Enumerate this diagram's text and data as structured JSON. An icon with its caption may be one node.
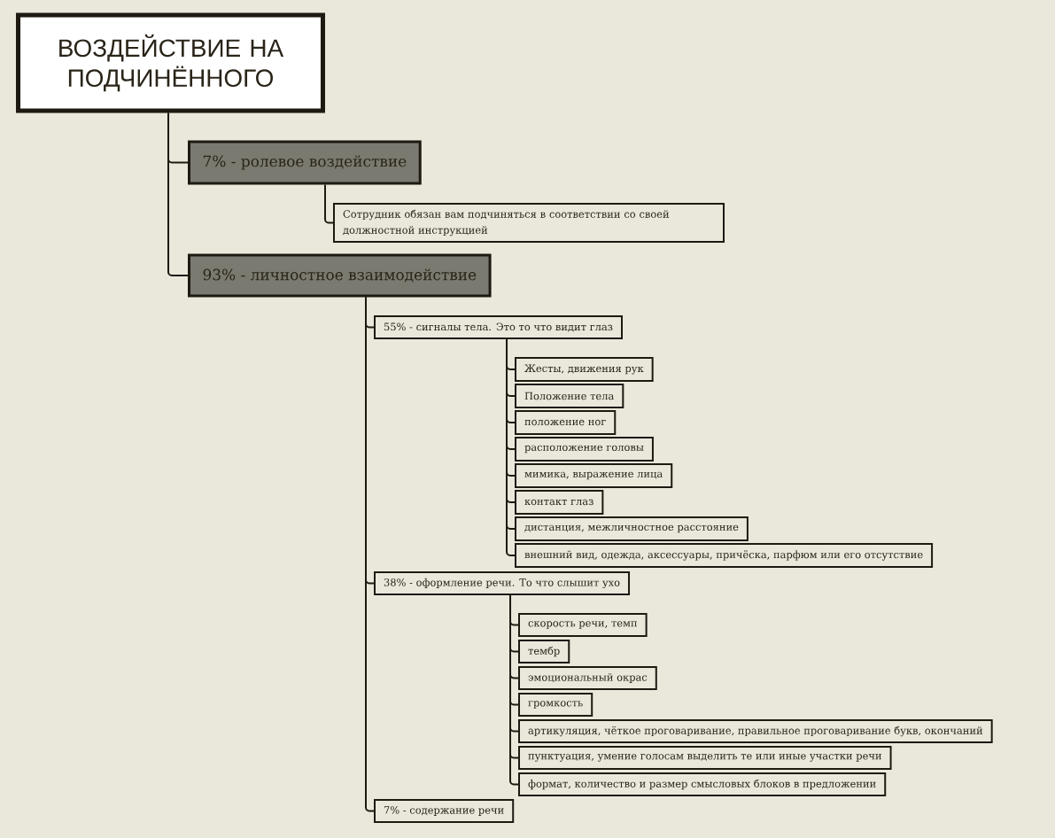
{
  "diagram": {
    "nodes": [
      {
        "text": [
          "ВОЗДЕЙСТВИЕ НА ПОДЧИНЁННОГО"
        ]
      },
      {
        "text": [
          "7%  - ролевое воздействие"
        ]
      },
      {
        "text": [
          "Сотрудник обязан вам подчиняться в соответствии со своей должностной инструкцией"
        ]
      },
      {
        "text": [
          "93% - личностное взаимодействие"
        ]
      },
      {
        "text": [
          "55% - сигналы тела. Это то что видит глаз"
        ]
      },
      {
        "text": [
          "Жесты, движения рук"
        ]
      },
      {
        "text": [
          "Положение тела"
        ]
      },
      {
        "text": [
          "положение ног"
        ]
      },
      {
        "text": [
          "расположение головы"
        ]
      },
      {
        "text": [
          "мимика, выражение лица"
        ]
      },
      {
        "text": [
          "контакт глаз"
        ]
      },
      {
        "text": [
          "дистанция, межличностное расстояние"
        ]
      },
      {
        "text": [
          "внешний вид, одежда, аксессуары, причёска, парфюм или его отсутствие"
        ]
      },
      {
        "text": [
          "38% - оформление речи. То что слышит ухо"
        ]
      },
      {
        "text": [
          "скорость речи, темп"
        ]
      },
      {
        "text": [
          "тембр"
        ]
      },
      {
        "text": [
          "эмоциональный окрас"
        ]
      },
      {
        "text": [
          "громкость"
        ]
      },
      {
        "text": [
          "артикуляция, чёткое проговаривание, правильное проговаривание букв, окончаний"
        ]
      },
      {
        "text": [
          "пунктуация, умение голосам выделить те или иные участки речи"
        ]
      },
      {
        "text": [
          "формат, количество и размер смысловых блоков в предложении"
        ]
      },
      {
        "text": [
          "7% - содержание речи"
        ]
      }
    ],
    "edges": [
      {
        "from": 0,
        "to": 1,
        "arrow": "none"
      },
      {
        "from": 0,
        "to": 3,
        "arrow": "none"
      },
      {
        "from": 1,
        "to": 2,
        "arrow": "none"
      },
      {
        "from": 3,
        "to": 4,
        "arrow": "none"
      },
      {
        "from": 3,
        "to": 13,
        "arrow": "none"
      },
      {
        "from": 3,
        "to": 21,
        "arrow": "none"
      },
      {
        "from": 4,
        "to": 5,
        "arrow": "none"
      },
      {
        "from": 4,
        "to": 6,
        "arrow": "none"
      },
      {
        "from": 4,
        "to": 7,
        "arrow": "none"
      },
      {
        "from": 4,
        "to": 8,
        "arrow": "none"
      },
      {
        "from": 4,
        "to": 9,
        "arrow": "none"
      },
      {
        "from": 4,
        "to": 10,
        "arrow": "none"
      },
      {
        "from": 4,
        "to": 11,
        "arrow": "none"
      },
      {
        "from": 4,
        "to": 12,
        "arrow": "none"
      },
      {
        "from": 13,
        "to": 14,
        "arrow": "none"
      },
      {
        "from": 13,
        "to": 15,
        "arrow": "none"
      },
      {
        "from": 13,
        "to": 16,
        "arrow": "none"
      },
      {
        "from": 13,
        "to": 17,
        "arrow": "none"
      },
      {
        "from": 13,
        "to": 18,
        "arrow": "none"
      },
      {
        "from": 13,
        "to": 19,
        "arrow": "none"
      },
      {
        "from": 13,
        "to": 20,
        "arrow": "none"
      }
    ]
  }
}
